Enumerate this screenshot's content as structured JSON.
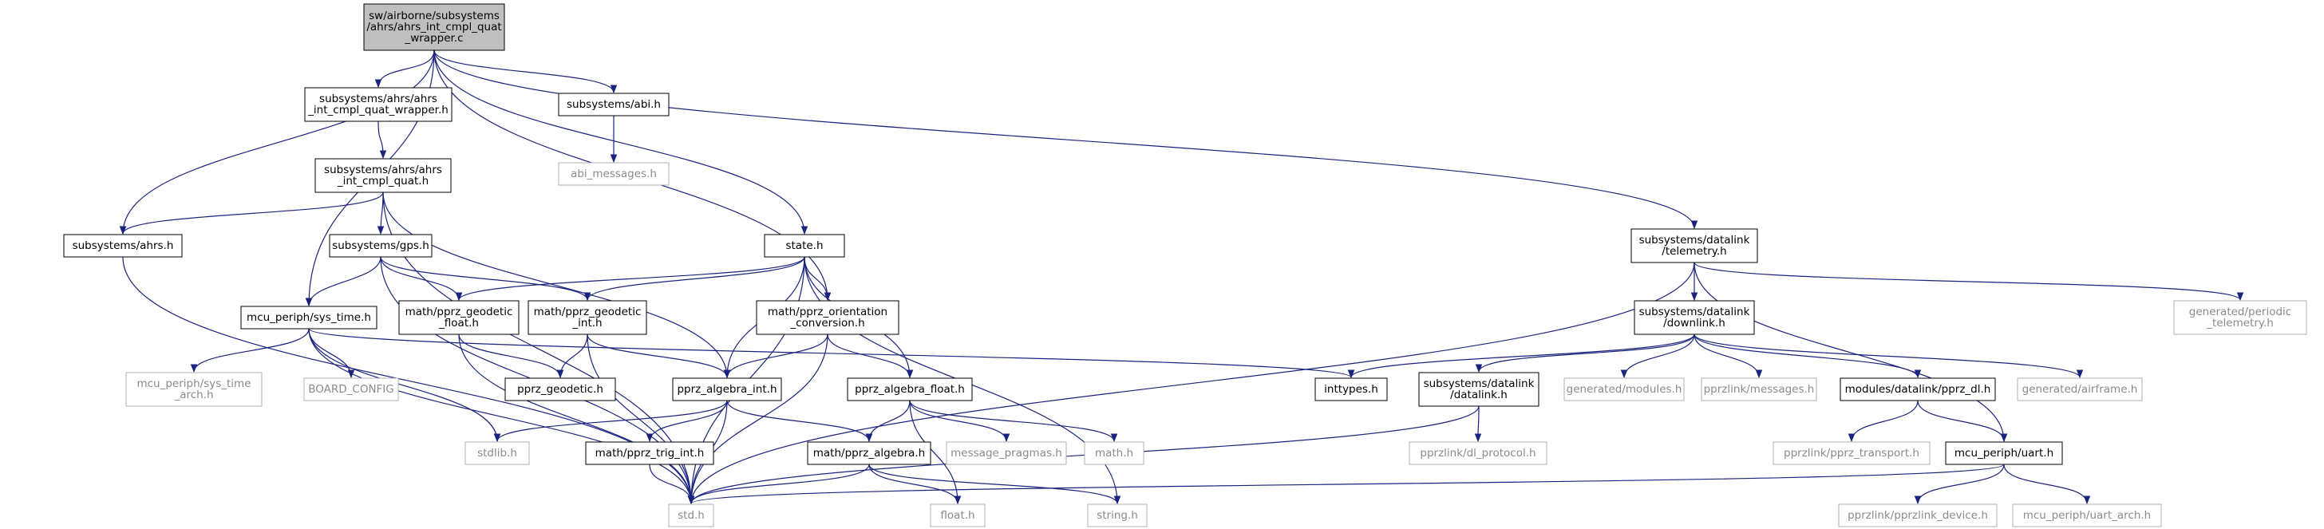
{
  "diagram": {
    "type": "include-dependency-graph",
    "colors": {
      "edge": "#1a237e",
      "root_fill": "#bfbfbf",
      "node_border": "#000000",
      "external_border": "#b0b0b0",
      "external_text": "#8a8a8a"
    },
    "nodes": [
      {
        "id": "root",
        "lines": [
          "sw/airborne/subsystems",
          "/ahrs/ahrs_int_cmpl_quat",
          "_wrapper.c"
        ],
        "style": "root"
      },
      {
        "id": "wrapper_h",
        "lines": [
          "subsystems/ahrs/ahrs",
          "_int_cmpl_quat_wrapper.h"
        ],
        "style": "normal"
      },
      {
        "id": "abi_h",
        "lines": [
          "subsystems/abi.h"
        ],
        "style": "normal"
      },
      {
        "id": "abi_messages",
        "lines": [
          "abi_messages.h"
        ],
        "style": "external"
      },
      {
        "id": "cmpl_quat_h",
        "lines": [
          "subsystems/ahrs/ahrs",
          "_int_cmpl_quat.h"
        ],
        "style": "normal"
      },
      {
        "id": "ahrs_h",
        "lines": [
          "subsystems/ahrs.h"
        ],
        "style": "normal"
      },
      {
        "id": "gps_h",
        "lines": [
          "subsystems/gps.h"
        ],
        "style": "normal"
      },
      {
        "id": "state_h",
        "lines": [
          "state.h"
        ],
        "style": "normal"
      },
      {
        "id": "telemetry_h",
        "lines": [
          "subsystems/datalink",
          "/telemetry.h"
        ],
        "style": "normal"
      },
      {
        "id": "sys_time_h",
        "lines": [
          "mcu_periph/sys_time.h"
        ],
        "style": "normal"
      },
      {
        "id": "geodetic_float",
        "lines": [
          "math/pprz_geodetic",
          "_float.h"
        ],
        "style": "normal"
      },
      {
        "id": "geodetic_int",
        "lines": [
          "math/pprz_geodetic",
          "_int.h"
        ],
        "style": "normal"
      },
      {
        "id": "orientation",
        "lines": [
          "math/pprz_orientation",
          "_conversion.h"
        ],
        "style": "normal"
      },
      {
        "id": "downlink_h",
        "lines": [
          "subsystems/datalink",
          "/downlink.h"
        ],
        "style": "normal"
      },
      {
        "id": "periodic_tel",
        "lines": [
          "generated/periodic",
          "_telemetry.h"
        ],
        "style": "external"
      },
      {
        "id": "sys_time_arch",
        "lines": [
          "mcu_periph/sys_time",
          "_arch.h"
        ],
        "style": "external"
      },
      {
        "id": "board_config",
        "lines": [
          "BOARD_CONFIG"
        ],
        "style": "external"
      },
      {
        "id": "geodetic_h",
        "lines": [
          "pprz_geodetic.h"
        ],
        "style": "normal"
      },
      {
        "id": "algebra_int",
        "lines": [
          "pprz_algebra_int.h"
        ],
        "style": "normal"
      },
      {
        "id": "algebra_float",
        "lines": [
          "pprz_algebra_float.h"
        ],
        "style": "normal"
      },
      {
        "id": "inttypes",
        "lines": [
          "inttypes.h"
        ],
        "style": "normal"
      },
      {
        "id": "datalink_h",
        "lines": [
          "subsystems/datalink",
          "/datalink.h"
        ],
        "style": "normal"
      },
      {
        "id": "gen_modules",
        "lines": [
          "generated/modules.h"
        ],
        "style": "external"
      },
      {
        "id": "pprzlink_messages",
        "lines": [
          "pprzlink/messages.h"
        ],
        "style": "external"
      },
      {
        "id": "pprz_dl",
        "lines": [
          "modules/datalink/pprz_dl.h"
        ],
        "style": "normal"
      },
      {
        "id": "gen_airframe",
        "lines": [
          "generated/airframe.h"
        ],
        "style": "external"
      },
      {
        "id": "stdlib",
        "lines": [
          "stdlib.h"
        ],
        "style": "external"
      },
      {
        "id": "trig_int",
        "lines": [
          "math/pprz_trig_int.h"
        ],
        "style": "normal"
      },
      {
        "id": "pprz_algebra",
        "lines": [
          "math/pprz_algebra.h"
        ],
        "style": "normal"
      },
      {
        "id": "message_pragmas",
        "lines": [
          "message_pragmas.h"
        ],
        "style": "external"
      },
      {
        "id": "math_h",
        "lines": [
          "math.h"
        ],
        "style": "external"
      },
      {
        "id": "dl_protocol",
        "lines": [
          "pprzlink/dl_protocol.h"
        ],
        "style": "external"
      },
      {
        "id": "pprz_transport",
        "lines": [
          "pprzlink/pprz_transport.h"
        ],
        "style": "external"
      },
      {
        "id": "uart_h",
        "lines": [
          "mcu_periph/uart.h"
        ],
        "style": "normal"
      },
      {
        "id": "std_h",
        "lines": [
          "std.h"
        ],
        "style": "external"
      },
      {
        "id": "float_h",
        "lines": [
          "float.h"
        ],
        "style": "external"
      },
      {
        "id": "string_h",
        "lines": [
          "string.h"
        ],
        "style": "external"
      },
      {
        "id": "pprzlink_device",
        "lines": [
          "pprzlink/pprzlink_device.h"
        ],
        "style": "external"
      },
      {
        "id": "uart_arch",
        "lines": [
          "mcu_periph/uart_arch.h"
        ],
        "style": "external"
      }
    ],
    "edges": [
      [
        "root",
        "wrapper_h"
      ],
      [
        "root",
        "abi_h"
      ],
      [
        "root",
        "ahrs_h"
      ],
      [
        "root",
        "sys_time_h"
      ],
      [
        "root",
        "state_h"
      ],
      [
        "root",
        "orientation"
      ],
      [
        "root",
        "telemetry_h"
      ],
      [
        "abi_h",
        "abi_messages"
      ],
      [
        "wrapper_h",
        "cmpl_quat_h"
      ],
      [
        "cmpl_quat_h",
        "ahrs_h"
      ],
      [
        "cmpl_quat_h",
        "gps_h"
      ],
      [
        "cmpl_quat_h",
        "algebra_int"
      ],
      [
        "cmpl_quat_h",
        "std_h"
      ],
      [
        "ahrs_h",
        "std_h"
      ],
      [
        "gps_h",
        "sys_time_h"
      ],
      [
        "gps_h",
        "geodetic_float"
      ],
      [
        "gps_h",
        "geodetic_int"
      ],
      [
        "gps_h",
        "std_h"
      ],
      [
        "state_h",
        "geodetic_float"
      ],
      [
        "state_h",
        "geodetic_int"
      ],
      [
        "state_h",
        "orientation"
      ],
      [
        "state_h",
        "algebra_int"
      ],
      [
        "state_h",
        "algebra_float"
      ],
      [
        "state_h",
        "std_h"
      ],
      [
        "state_h",
        "string_h"
      ],
      [
        "sys_time_h",
        "sys_time_arch"
      ],
      [
        "sys_time_h",
        "board_config"
      ],
      [
        "sys_time_h",
        "stdlib"
      ],
      [
        "sys_time_h",
        "std_h"
      ],
      [
        "sys_time_h",
        "inttypes"
      ],
      [
        "geodetic_float",
        "geodetic_h"
      ],
      [
        "geodetic_float",
        "std_h"
      ],
      [
        "geodetic_int",
        "geodetic_h"
      ],
      [
        "geodetic_int",
        "algebra_int"
      ],
      [
        "geodetic_int",
        "std_h"
      ],
      [
        "orientation",
        "algebra_int"
      ],
      [
        "orientation",
        "algebra_float"
      ],
      [
        "orientation",
        "std_h"
      ],
      [
        "algebra_int",
        "stdlib"
      ],
      [
        "algebra_int",
        "trig_int"
      ],
      [
        "algebra_int",
        "pprz_algebra"
      ],
      [
        "algebra_int",
        "std_h"
      ],
      [
        "algebra_float",
        "pprz_algebra"
      ],
      [
        "algebra_float",
        "message_pragmas"
      ],
      [
        "algebra_float",
        "math_h"
      ],
      [
        "algebra_float",
        "float_h"
      ],
      [
        "trig_int",
        "std_h"
      ],
      [
        "pprz_algebra",
        "std_h"
      ],
      [
        "pprz_algebra",
        "float_h"
      ],
      [
        "pprz_algebra",
        "string_h"
      ],
      [
        "telemetry_h",
        "downlink_h"
      ],
      [
        "telemetry_h",
        "periodic_tel"
      ],
      [
        "telemetry_h",
        "uart_h"
      ],
      [
        "telemetry_h",
        "std_h"
      ],
      [
        "downlink_h",
        "inttypes"
      ],
      [
        "downlink_h",
        "datalink_h"
      ],
      [
        "downlink_h",
        "gen_modules"
      ],
      [
        "downlink_h",
        "pprzlink_messages"
      ],
      [
        "downlink_h",
        "pprz_dl"
      ],
      [
        "downlink_h",
        "gen_airframe"
      ],
      [
        "datalink_h",
        "dl_protocol"
      ],
      [
        "datalink_h",
        "std_h"
      ],
      [
        "pprz_dl",
        "pprz_transport"
      ],
      [
        "pprz_dl",
        "uart_h"
      ],
      [
        "uart_h",
        "std_h"
      ],
      [
        "uart_h",
        "pprzlink_device"
      ],
      [
        "uart_h",
        "uart_arch"
      ]
    ]
  }
}
